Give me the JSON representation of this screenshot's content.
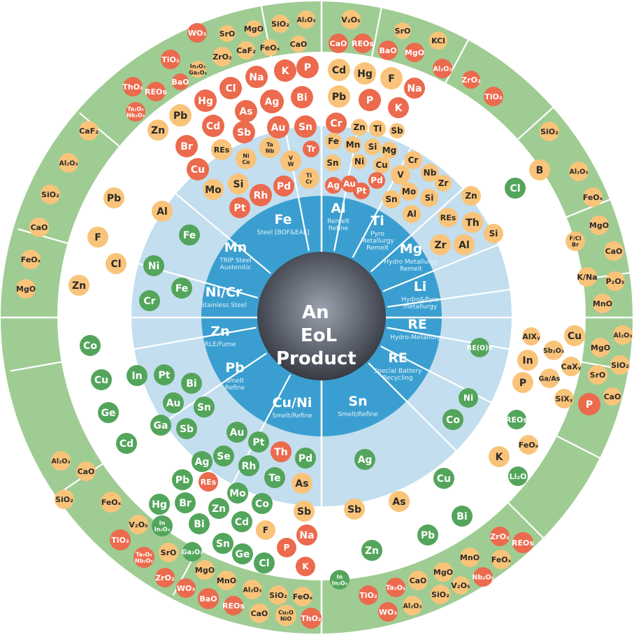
{
  "colors": {
    "outer_ring": "#9fcc93",
    "inner_ring": "#c3deee",
    "metal_ring": "#3a9fd0",
    "white": "#ffffff",
    "orange": "#f9c47a",
    "red": "#ec6a4d",
    "green": "#53a55b",
    "center_bg": "#6b6f78"
  },
  "center": {
    "line1": "An",
    "line2": "EoL",
    "line3": "Product"
  },
  "metals": [
    {
      "symbol": "Fe",
      "process": "Steel [BOF&EAF]"
    },
    {
      "symbol": "Al",
      "process": "Remelt\nRefine"
    },
    {
      "symbol": "Ti",
      "process": "Pyro\nMetallurgy\nRemelt"
    },
    {
      "symbol": "Mg",
      "process": "Hydro Metallurgy\nRemelt"
    },
    {
      "symbol": "Li",
      "process": "Hydro&Pyro\nmetallurgy"
    },
    {
      "symbol": "RE",
      "process": "Hydro-Metallurgy"
    },
    {
      "symbol": "RE",
      "process": "Special Battery\nRecycling"
    },
    {
      "symbol": "Sn",
      "process": "Smelt/Refine"
    },
    {
      "symbol": "Cu/Ni",
      "process": "Smelt/Refine"
    },
    {
      "symbol": "Pb",
      "process": "Smelt\nRefine"
    },
    {
      "symbol": "Zn",
      "process": "RLE/Fume"
    },
    {
      "symbol": "Ni/Cr",
      "process": "Stainless Steel"
    },
    {
      "symbol": "Mn",
      "process": "TRIP Steel\nAustenitic"
    }
  ],
  "elements": [
    {
      "t": "SrO",
      "c": "o"
    },
    {
      "t": "MgO",
      "c": "o"
    },
    {
      "t": "SiO2",
      "c": "o"
    },
    {
      "t": "Al2O3",
      "c": "o"
    },
    {
      "t": "CaF2",
      "c": "o"
    },
    {
      "t": "FeOx",
      "c": "o"
    },
    {
      "t": "CaO",
      "c": "o"
    },
    {
      "t": "WO3",
      "c": "r"
    },
    {
      "t": "ZrO2",
      "c": "o"
    },
    {
      "t": "TiO2",
      "c": "r"
    },
    {
      "t": "In2O3\nGa2O3",
      "c": "o"
    },
    {
      "t": "BaO",
      "c": "r"
    },
    {
      "t": "ThO2",
      "c": "r"
    },
    {
      "t": "REOs",
      "c": "r"
    },
    {
      "t": "Ta2O5\nNb2O5",
      "c": "r"
    },
    {
      "t": "V2O5",
      "c": "o"
    },
    {
      "t": "SrO",
      "c": "o"
    },
    {
      "t": "CaO",
      "c": "r"
    },
    {
      "t": "REOs",
      "c": "r"
    },
    {
      "t": "BaO",
      "c": "r"
    },
    {
      "t": "MgO",
      "c": "r"
    },
    {
      "t": "KCl",
      "c": "o"
    },
    {
      "t": "Al2O3",
      "c": "r"
    },
    {
      "t": "ZrO2",
      "c": "r"
    },
    {
      "t": "TiO2",
      "c": "r"
    },
    {
      "t": "Na",
      "c": "r"
    },
    {
      "t": "K",
      "c": "r"
    },
    {
      "t": "P",
      "c": "r"
    },
    {
      "t": "Cl",
      "c": "r"
    },
    {
      "t": "Ag",
      "c": "r"
    },
    {
      "t": "Bi",
      "c": "r"
    },
    {
      "t": "Hg",
      "c": "r"
    },
    {
      "t": "As",
      "c": "r"
    },
    {
      "t": "Pb",
      "c": "o"
    },
    {
      "t": "Cd",
      "c": "r"
    },
    {
      "t": "Sb",
      "c": "r"
    },
    {
      "t": "Au",
      "c": "r"
    },
    {
      "t": "Sn",
      "c": "r"
    },
    {
      "t": "Zn",
      "c": "o"
    },
    {
      "t": "Br",
      "c": "r"
    },
    {
      "t": "REs",
      "c": "o"
    },
    {
      "t": "Ni\nCo",
      "c": "o"
    },
    {
      "t": "Ta\nNb",
      "c": "o"
    },
    {
      "t": "Tr",
      "c": "r"
    },
    {
      "t": "V\nW",
      "c": "o"
    },
    {
      "t": "Ti\nCr",
      "c": "o"
    },
    {
      "t": "Cu",
      "c": "r"
    },
    {
      "t": "Mo",
      "c": "o"
    },
    {
      "t": "Si",
      "c": "o"
    },
    {
      "t": "Rh",
      "c": "r"
    },
    {
      "t": "Pd",
      "c": "r"
    },
    {
      "t": "Pt",
      "c": "r"
    },
    {
      "t": "Cd",
      "c": "o"
    },
    {
      "t": "Hg",
      "c": "o"
    },
    {
      "t": "F",
      "c": "o"
    },
    {
      "t": "Pb",
      "c": "o"
    },
    {
      "t": "Na",
      "c": "r"
    },
    {
      "t": "P",
      "c": "r"
    },
    {
      "t": "K",
      "c": "r"
    },
    {
      "t": "Zn",
      "c": "o"
    },
    {
      "t": "Ti",
      "c": "o"
    },
    {
      "t": "Sb",
      "c": "o"
    },
    {
      "t": "Cr",
      "c": "r"
    },
    {
      "t": "Fe",
      "c": "o"
    },
    {
      "t": "Mn",
      "c": "o"
    },
    {
      "t": "Si",
      "c": "o"
    },
    {
      "t": "Mg",
      "c": "o"
    },
    {
      "t": "Sn",
      "c": "o"
    },
    {
      "t": "Ni",
      "c": "o"
    },
    {
      "t": "Cu",
      "c": "o"
    },
    {
      "t": "Ag",
      "c": "r"
    },
    {
      "t": "Au",
      "c": "r"
    },
    {
      "t": "Pd",
      "c": "r"
    },
    {
      "t": "Pt",
      "c": "r"
    },
    {
      "t": "Cr",
      "c": "o"
    },
    {
      "t": "V",
      "c": "o"
    },
    {
      "t": "Nb",
      "c": "o"
    },
    {
      "t": "Zr",
      "c": "o"
    },
    {
      "t": "Mo",
      "c": "o"
    },
    {
      "t": "Sn",
      "c": "o"
    },
    {
      "t": "Si",
      "c": "o"
    },
    {
      "t": "Al",
      "c": "o"
    },
    {
      "t": "Zn",
      "c": "o"
    },
    {
      "t": "REs",
      "c": "o"
    },
    {
      "t": "Th",
      "c": "o"
    },
    {
      "t": "Si",
      "c": "o"
    },
    {
      "t": "Zr",
      "c": "o"
    },
    {
      "t": "Al",
      "c": "o"
    },
    {
      "t": "Cl",
      "c": "g"
    },
    {
      "t": "SiO2",
      "c": "o"
    },
    {
      "t": "B",
      "c": "o"
    },
    {
      "t": "Al2O3",
      "c": "o"
    },
    {
      "t": "FeOx",
      "c": "o"
    },
    {
      "t": "MgO",
      "c": "o"
    },
    {
      "t": "F/Cl\nBr",
      "c": "o"
    },
    {
      "t": "CaO",
      "c": "o"
    },
    {
      "t": "K/Na",
      "c": "o"
    },
    {
      "t": "P2O5",
      "c": "o"
    },
    {
      "t": "MnO",
      "c": "o"
    },
    {
      "t": "AlXy",
      "c": "o"
    },
    {
      "t": "Cu",
      "c": "o"
    },
    {
      "t": "Sb2O3",
      "c": "o"
    },
    {
      "t": "In",
      "c": "o"
    },
    {
      "t": "CaXy",
      "c": "o"
    },
    {
      "t": "Ga/As",
      "c": "o"
    },
    {
      "t": "P",
      "c": "o"
    },
    {
      "t": "SiXy",
      "c": "o"
    },
    {
      "t": "RE(O)s",
      "c": "g"
    },
    {
      "t": "Al2O3",
      "c": "o"
    },
    {
      "t": "MgO",
      "c": "o"
    },
    {
      "t": "SiO2",
      "c": "o"
    },
    {
      "t": "SrO",
      "c": "o"
    },
    {
      "t": "CaO",
      "c": "o"
    },
    {
      "t": "P",
      "c": "r"
    },
    {
      "t": "Ni",
      "c": "g"
    },
    {
      "t": "Co",
      "c": "g"
    },
    {
      "t": "REOs",
      "c": "g"
    },
    {
      "t": "FeOx",
      "c": "o"
    },
    {
      "t": "K",
      "c": "o"
    },
    {
      "t": "Li2O",
      "c": "g"
    },
    {
      "t": "ZrO2",
      "c": "r"
    },
    {
      "t": "REOs",
      "c": "r"
    },
    {
      "t": "MnO",
      "c": "o"
    },
    {
      "t": "FeOx",
      "c": "o"
    },
    {
      "t": "MgO",
      "c": "o"
    },
    {
      "t": "Nb2O5",
      "c": "r"
    },
    {
      "t": "CaO",
      "c": "o"
    },
    {
      "t": "V2O5",
      "c": "o"
    },
    {
      "t": "SiO2",
      "c": "o"
    },
    {
      "t": "Ta2O5",
      "c": "r"
    },
    {
      "t": "TiO2",
      "c": "r"
    },
    {
      "t": "Al2O3",
      "c": "o"
    },
    {
      "t": "WO3",
      "c": "r"
    },
    {
      "t": "In\nIn2O3",
      "c": "g"
    },
    {
      "t": "Ag",
      "c": "g"
    },
    {
      "t": "Cu",
      "c": "g"
    },
    {
      "t": "As",
      "c": "o"
    },
    {
      "t": "Bi",
      "c": "g"
    },
    {
      "t": "Sb",
      "c": "o"
    },
    {
      "t": "Pb",
      "c": "g"
    },
    {
      "t": "Zn",
      "c": "g"
    },
    {
      "t": "Au",
      "c": "g"
    },
    {
      "t": "Pt",
      "c": "g"
    },
    {
      "t": "Th",
      "c": "r"
    },
    {
      "t": "Pd",
      "c": "g"
    },
    {
      "t": "Se",
      "c": "g"
    },
    {
      "t": "Rh",
      "c": "g"
    },
    {
      "t": "Ag",
      "c": "g"
    },
    {
      "t": "Te",
      "c": "g"
    },
    {
      "t": "As",
      "c": "o"
    },
    {
      "t": "Pb",
      "c": "g"
    },
    {
      "t": "REs",
      "c": "r"
    },
    {
      "t": "Mo",
      "c": "g"
    },
    {
      "t": "Co",
      "c": "g"
    },
    {
      "t": "Sb",
      "c": "o"
    },
    {
      "t": "Hg",
      "c": "g"
    },
    {
      "t": "Br",
      "c": "g"
    },
    {
      "t": "Zn",
      "c": "g"
    },
    {
      "t": "Bi",
      "c": "g"
    },
    {
      "t": "Cd",
      "c": "g"
    },
    {
      "t": "F",
      "c": "o"
    },
    {
      "t": "Na",
      "c": "r"
    },
    {
      "t": "Sn",
      "c": "g"
    },
    {
      "t": "Ge",
      "c": "g"
    },
    {
      "t": "Cl",
      "c": "g"
    },
    {
      "t": "P",
      "c": "r"
    },
    {
      "t": "K",
      "c": "r"
    },
    {
      "t": "In\nIn2O3",
      "c": "g"
    },
    {
      "t": "Ga2O3",
      "c": "g"
    },
    {
      "t": "V2O5",
      "c": "o"
    },
    {
      "t": "TiO2",
      "c": "r"
    },
    {
      "t": "Ta2O5\nNb2O5",
      "c": "r"
    },
    {
      "t": "SrO",
      "c": "o"
    },
    {
      "t": "ZrO2",
      "c": "r"
    },
    {
      "t": "MgO",
      "c": "o"
    },
    {
      "t": "MnO",
      "c": "o"
    },
    {
      "t": "WO3",
      "c": "r"
    },
    {
      "t": "BaO",
      "c": "r"
    },
    {
      "t": "Al2O3",
      "c": "o"
    },
    {
      "t": "SiO2",
      "c": "o"
    },
    {
      "t": "FeOx",
      "c": "o"
    },
    {
      "t": "REOs",
      "c": "r"
    },
    {
      "t": "CaO",
      "c": "o"
    },
    {
      "t": "Cu2O\nNiO",
      "c": "o"
    },
    {
      "t": "ThO2",
      "c": "r"
    },
    {
      "t": "Co",
      "c": "g"
    },
    {
      "t": "Cu",
      "c": "g"
    },
    {
      "t": "In",
      "c": "g"
    },
    {
      "t": "Pt",
      "c": "g"
    },
    {
      "t": "Bi",
      "c": "g"
    },
    {
      "t": "Au",
      "c": "g"
    },
    {
      "t": "Sn",
      "c": "g"
    },
    {
      "t": "Ge",
      "c": "g"
    },
    {
      "t": "Ga",
      "c": "g"
    },
    {
      "t": "Sb",
      "c": "g"
    },
    {
      "t": "Cd",
      "c": "g"
    },
    {
      "t": "Al2O3",
      "c": "o"
    },
    {
      "t": "CaO",
      "c": "o"
    },
    {
      "t": "SiO2",
      "c": "o"
    },
    {
      "t": "FeOx",
      "c": "o"
    },
    {
      "t": "Ni",
      "c": "g"
    },
    {
      "t": "Fe",
      "c": "g"
    },
    {
      "t": "Cr",
      "c": "g"
    },
    {
      "t": "Fe",
      "c": "g"
    },
    {
      "t": "Al",
      "c": "o"
    },
    {
      "t": "Pb",
      "c": "o"
    },
    {
      "t": "F",
      "c": "o"
    },
    {
      "t": "Cl",
      "c": "o"
    },
    {
      "t": "Zn",
      "c": "o"
    },
    {
      "t": "CaF2",
      "c": "o"
    },
    {
      "t": "Al2O3",
      "c": "o"
    },
    {
      "t": "SiO2",
      "c": "o"
    },
    {
      "t": "CaO",
      "c": "o"
    },
    {
      "t": "FeOx",
      "c": "o"
    },
    {
      "t": "MgO",
      "c": "o"
    }
  ]
}
